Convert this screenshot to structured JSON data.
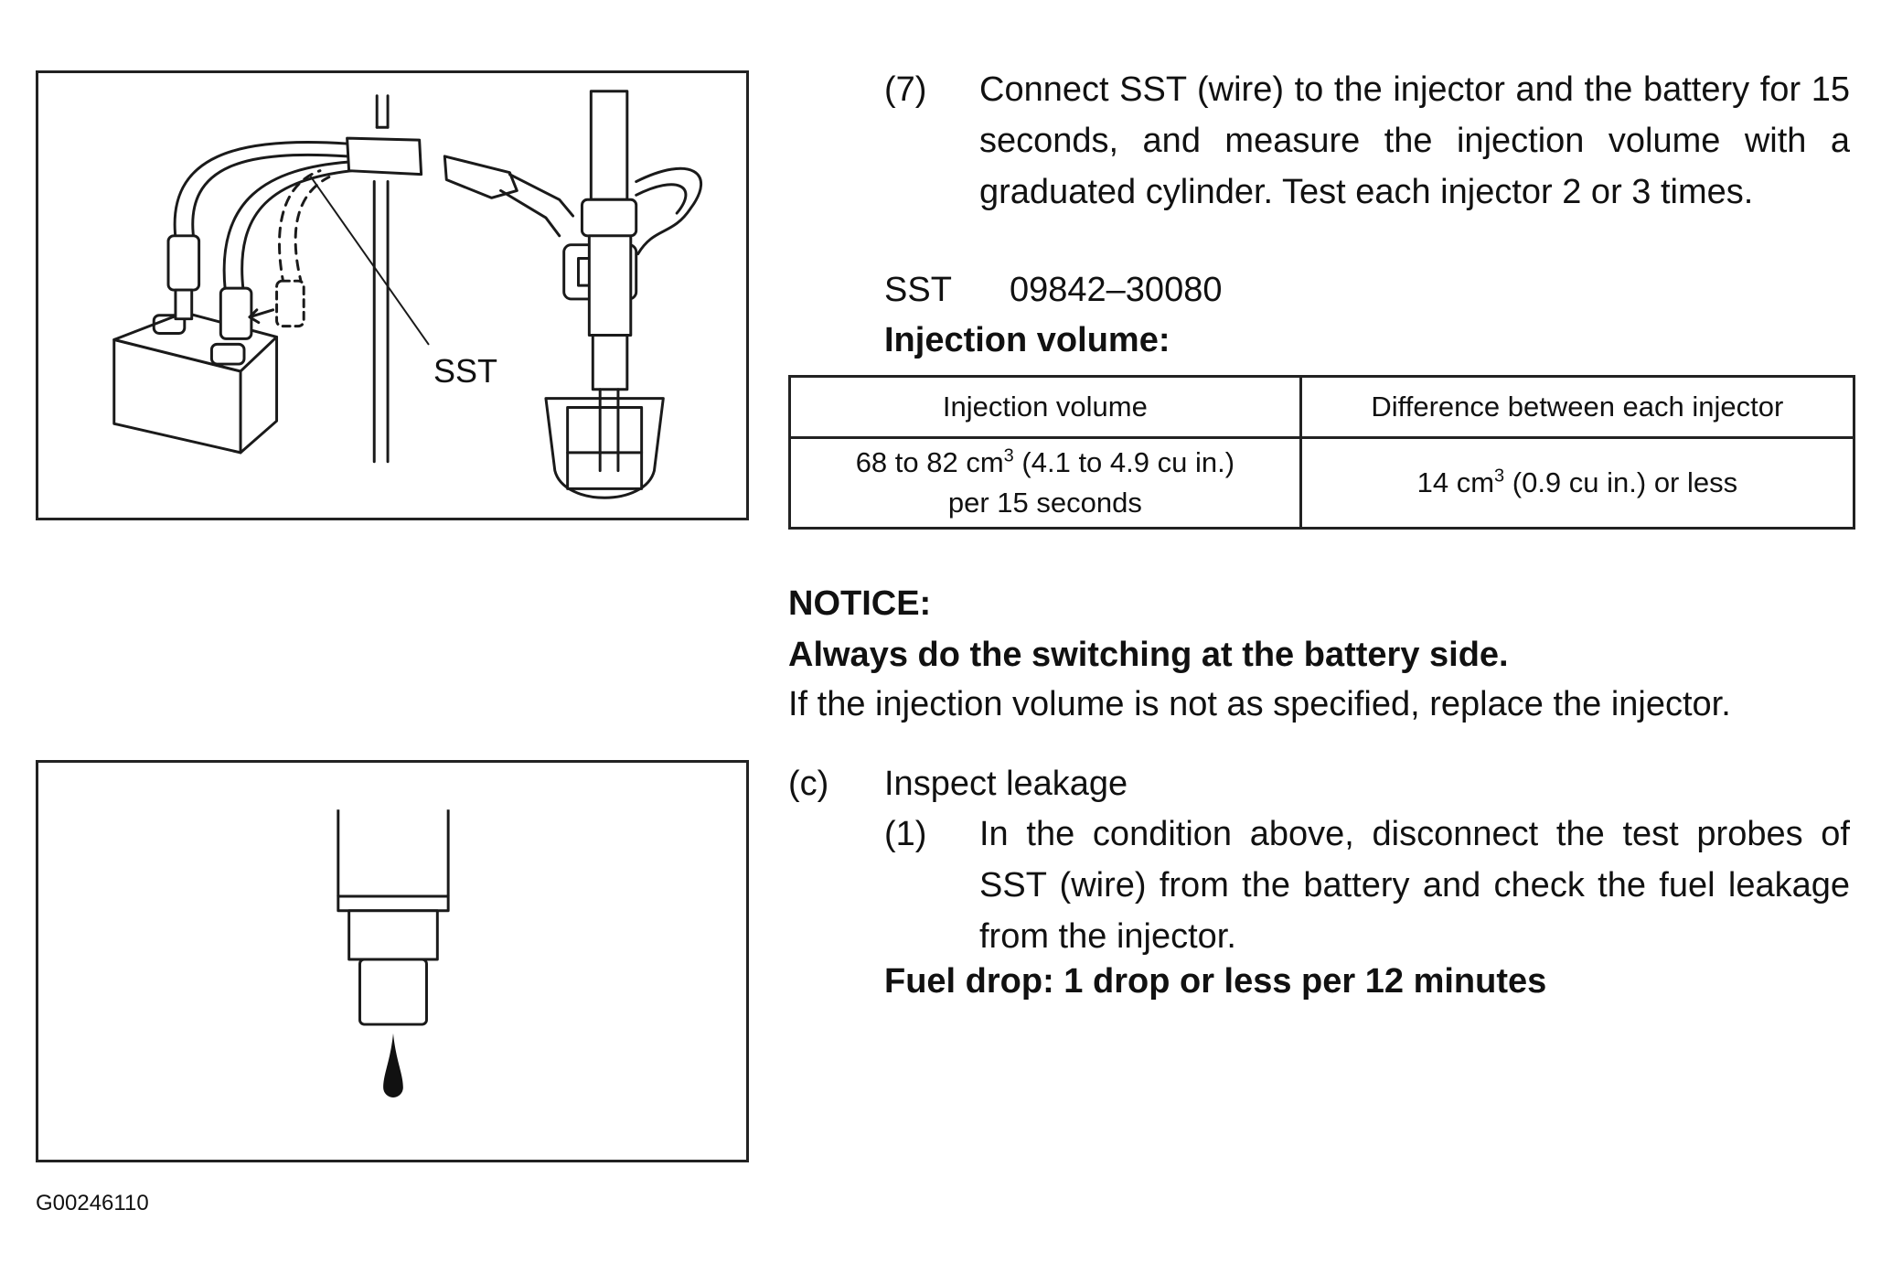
{
  "figure_top": {
    "label": "SST"
  },
  "figure_id": "G00246110",
  "step7": {
    "number": "(7)",
    "text": "Connect SST (wire) to the injector and the battery for 15 seconds, and measure the injection volume with a graduated cylinder. Test each injector 2 or 3 times.",
    "sst_label": "SST",
    "sst_number": "09842–30080",
    "volume_heading": "Injection volume:"
  },
  "table": {
    "headers": [
      "Injection volume",
      "Difference between each injector"
    ],
    "row": {
      "volume_line1_pre": "68 to 82 cm",
      "volume_line1_sup": "3",
      "volume_line1_post": " (4.1 to 4.9 cu in.)",
      "volume_line2": "per 15 seconds",
      "diff_pre": "14 cm",
      "diff_sup": "3",
      "diff_post": " (0.9 cu in.) or less"
    }
  },
  "notice": {
    "heading": "NOTICE:",
    "bold_line": "Always do the switching at the battery side.",
    "line": "If the injection volume is not as specified, replace the injector."
  },
  "step_c": {
    "letter": "(c)",
    "title": "Inspect leakage"
  },
  "step_c1": {
    "number": "(1)",
    "text": "In the condition above, disconnect the test probes of SST (wire) from the battery and check the fuel leakage from the injector."
  },
  "fuel_drop": "Fuel drop: 1 drop or less per 12 minutes"
}
